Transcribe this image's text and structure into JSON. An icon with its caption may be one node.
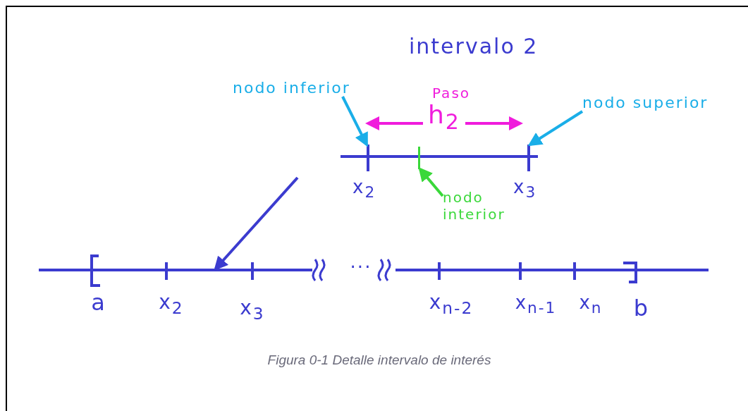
{
  "diagram": {
    "caption": "Figura  0-1 Detalle intervalo de interés",
    "nodes": [
      {
        "text": [
          "nodo inferior"
        ]
      },
      {
        "text": [
          "nodo superior"
        ]
      },
      {
        "text": [
          "nodo interior"
        ]
      },
      {
        "text": [],
        "shape": "bar"
      },
      {
        "text": [],
        "shape": "bar",
        "beside": [
          "x$_{2}$"
        ]
      },
      {
        "text": [],
        "shape": "bar"
      },
      {
        "text": [],
        "shape": "bar",
        "beside": [
          "x$_{3}$"
        ]
      },
      {
        "text": [],
        "shape": "bar"
      }
    ],
    "edges": [
      {
        "from": 0,
        "to": 4,
        "arrow": "to"
      },
      {
        "from": 1,
        "to": 6,
        "arrow": "to"
      },
      {
        "from": 2,
        "to": 5,
        "arrow": "to",
        "color": "#3ad83a"
      },
      {
        "from": null,
        "to": 7,
        "arrow": "to",
        "color": "#3b3bcf"
      }
    ],
    "labels": [
      "intervalo 2",
      "Paso",
      "h$_{2}$",
      "a",
      "x$_{2}$",
      "x$_{3}$",
      "...",
      "x$_{n-2}$",
      "x$_{n-1}$",
      "x$_{n}$",
      "b"
    ]
  }
}
